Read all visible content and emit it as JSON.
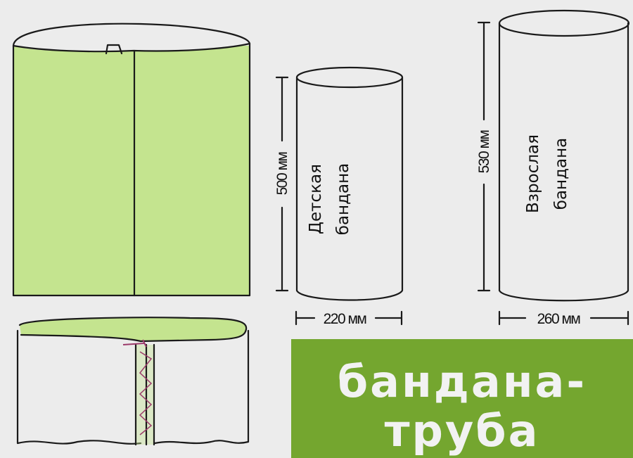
{
  "diagram": {
    "child_bandana": {
      "label_line1": "Детская",
      "label_line2": "бандана",
      "height": "500 мм",
      "width": "220 мм"
    },
    "adult_bandana": {
      "label_line1": "Взрослая",
      "label_line2": "бандана",
      "height": "530 мм",
      "width": "260 мм"
    },
    "title_line1": "бандана-",
    "title_line2": "труба",
    "colors": {
      "fabric": "#c4e48f",
      "banner": "#74a62f",
      "stitch": "#9b3a6a"
    }
  }
}
